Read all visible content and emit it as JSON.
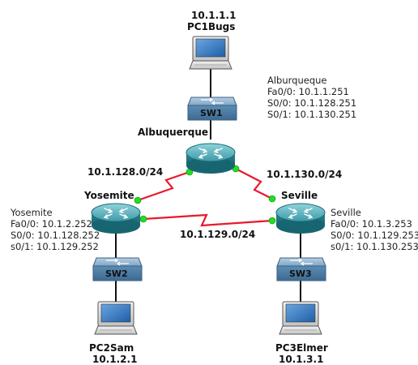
{
  "devices": {
    "pc1": {
      "ip": "10.1.1.1",
      "name": "PC1Bugs"
    },
    "pc2": {
      "name": "PC2Sam",
      "ip": "10.1.2.1"
    },
    "pc3": {
      "name": "PC3Elmer",
      "ip": "10.1.3.1"
    },
    "sw1": {
      "name": "SW1"
    },
    "sw2": {
      "name": "SW2"
    },
    "sw3": {
      "name": "SW3"
    },
    "albuquerque": {
      "name": "Albuquerque"
    },
    "yosemite": {
      "name": "Yosemite"
    },
    "seville": {
      "name": "Seville"
    }
  },
  "links": {
    "alb_yos": "10.1.128.0/24",
    "alb_sev": "10.1.130.0/24",
    "yos_sev": "10.1.129.0/24"
  },
  "info": {
    "albuquerque": [
      "Alburqueque",
      "Fa0/0: 10.1.1.251",
      "S0/0: 10.1.128.251",
      "S0/1: 10.1.130.251"
    ],
    "yosemite": [
      "Yosemite",
      "Fa0/0: 10.1.2.252",
      "S0/0: 10.1.128.252",
      "s0/1: 10.1.129.252"
    ],
    "seville": [
      "Seville",
      "Fa0/0: 10.1.3.253",
      "S0/0: 10.1.129.253",
      "s0/1: 10.1.130.253"
    ]
  },
  "colors": {
    "serial": "#e8192c",
    "port": "#22dd22",
    "router": "#2f8f9b",
    "switch": "#4d7ea3"
  }
}
